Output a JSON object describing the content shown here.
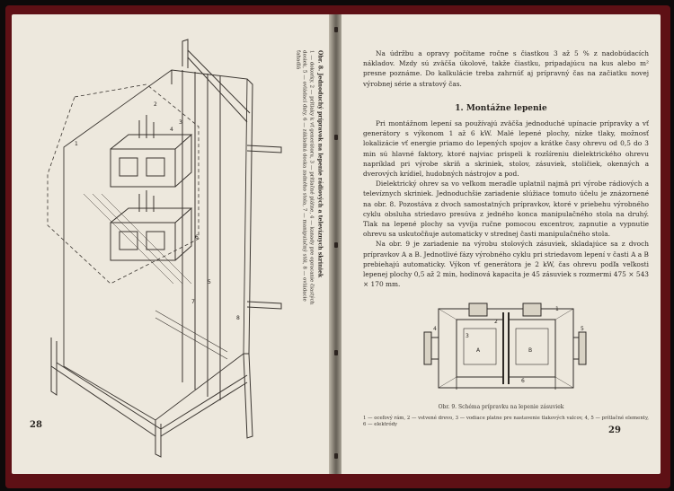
{
  "left_page": {
    "page_number": "28",
    "caption_title": "Obr. 8. Jednoduchý prípravok na lepenie rádiových a televíznych skriniek",
    "caption_legend": "1 — dokorky, 2 — prítlaky k vť generátoru, 3 — prítlačné plátne, 4 — kanady pre opracanie čiastých dosiek, 5 — ovládací ďaty, 6 — základná doska zadného stola, 7 — manipulačný stôl, 8 — ovládacie ťahadlá",
    "drawing_labels": [
      "1",
      "2",
      "3",
      "4",
      "5",
      "6",
      "7",
      "8"
    ]
  },
  "right_page": {
    "page_number": "29",
    "intro_paragraph": "Na údržbu a opravy počítame ročne s čiastkou 3 až 5 % z nadobúdacích nákladov. Mzdy sú zväčša úkolové, takže čiastku, pripadajúcu na kus alebo m² presne poznáme. Do kalkulácie treba zahrnúť aj prípravný čas na začiatku novej výrobnej série a stratový čas.",
    "section_title": "1. Montážne lepenie",
    "paragraphs": [
      "Pri montážnom lepení sa používajú zväčša jednoduché upínacie prípravky a vť generátory s výkonom 1 až 6 kW. Malé lepené plochy, nízke tlaky, možnosť lokalizácie vť energie priamo do lepených spojov a krátke časy ohrevu od 0,5 do 3 min sú hlavné faktory, ktoré najviac prispeli k rozšíreniu dielektrického ohrevu napríklad pri výrobe skríň a skriniek, stolov, zásuviek, stoličiek, okenných a dverových krídiel, hudobných nástrojov a pod.",
      "Dielektrický ohrev sa vo veľkom meradle uplatnil najmä pri výrobe rádiových a televíznych skriniek. Jednoduchšie zariadenie slúžiace tomuto účelu je znázornené na obr. 8. Pozostáva z dvoch samostatných prípravkov, ktoré v priebehu výrobného cyklu obsluha striedavo presúva z jedného konca manipulačného stola na druhý. Tlak na lepené plochy sa vyvíja ručne pomocou excentrov, zapnutie a vypnutie ohrevu sa uskutočňuje automaticky v strednej časti manipulačného stola.",
      "Na obr. 9 je zariadenie na výrobu stolových zásuviek, skladajúce sa z dvoch prípravkov A a B. Jednotlivé fázy výrobného cyklu pri striedavom lepení v časti A a B prebiehajú automaticky. Výkon vť generátora je 2 kW, čas ohrevu podľa veľkosti lepenej plochy 0,5 až 2 min, hodinová kapacita je 45 zásuviek s rozmermi 475 × 543 × 170 mm."
    ],
    "figure_caption": "Obr. 9. Schéma prípravku na lepenie zásuviek",
    "figure_legend": "1 — oceľový rám, 2 — vstvené drevo, 3 — vodiace platne pre nastavenie tlakových valcov, 4, 5 — prítlačné elementy, 6 — elektródy",
    "figure_labels": [
      "1",
      "2",
      "3",
      "4",
      "5",
      "6",
      "A",
      "B"
    ]
  },
  "colors": {
    "paper": "#ede8dd",
    "cover": "#5e1015",
    "ink": "#2a2622"
  }
}
